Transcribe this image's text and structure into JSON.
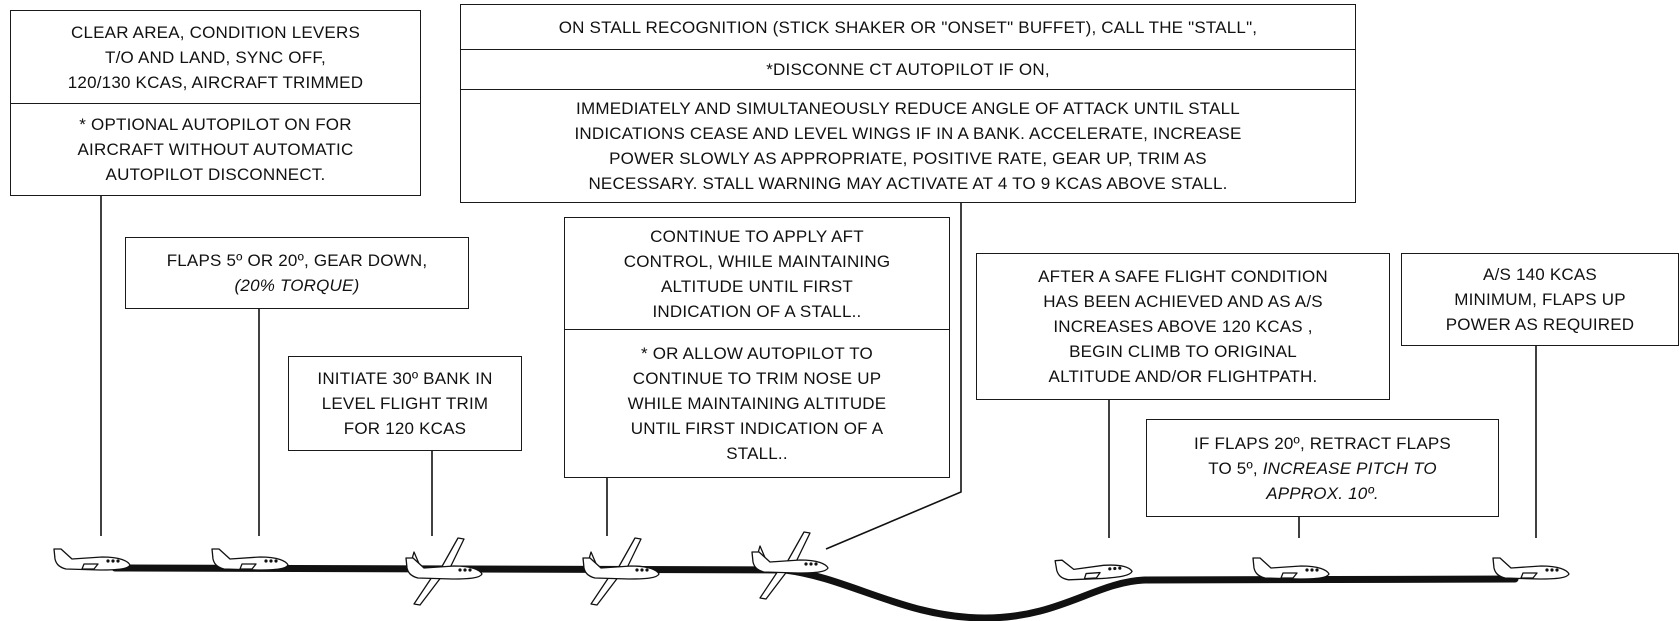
{
  "callouts": {
    "start": {
      "part1": "CLEAR AREA, CONDITION  LEVERS\nT/O AND LAND, SYNC OFF,\n120/130 KCAS, AIRCRAFT TRIMMED",
      "part2": "* OPTIONAL  AUTOPILOT  ON FOR\nAIRCRAFT WITHOUT AUTOMATIC\nAUTOPILOT  DISCONNECT."
    },
    "flaps": {
      "line1": "FLAPS 5º OR 20º, GEAR DOWN,",
      "line2": "(20% TORQUE)"
    },
    "bank": {
      "text": "INITIATE  30º BANK IN\nLEVEL FLIGHT TRIM\nFOR 120 KCAS"
    },
    "aft_control": {
      "part1": "CONTINUE  TO APPLY AFT\nCONTROL, WHILE MAINTAINING\nALTITUDE  UNTIL FIRST\nINDICATION  OF A STALL..",
      "part2": "* OR ALLOW AUTOPILOT TO\nCONTINUE  TO TRIM NOSE UP\nWHILE MAINTAINING  ALTITUDE\nUNTIL FIRST INDICATION  OF A\nSTALL.."
    },
    "recognition": {
      "part1": "ON STALL RECOGNITION  (STICK SHAKER OR \"ONSET\" BUFFET),  CALL THE \"STALL\",",
      "part2": "*DISCONNE CT  AUTOPILOT  IF ON,",
      "part3": "IMMEDIATELY   AND SIMULTANEOUSLY  REDUCE  ANGLE OF ATTACK UNTIL  STALL\nINDICATIONS  CEASE AND LEVEL WINGS IF IN A BANK. ACCELERATE,  INCREASE\nPOWER SLOWLY AS APPROPRIATE,  POSITIVE  RATE, GEAR UP,  TRIM AS\nNECESSARY.  STALL WARNING MAY ACTIVATE  AT 4 TO 9 KCAS ABOVE STALL."
    },
    "safe_flight": {
      "text": "AFTER  A SAFE FLIGHT  CONDITION\nHAS BEEN  ACHIEVED  AND AS A/S\nINCREASES  ABOVE 120 KCAS ,\nBEGIN  CLIMB  TO ORIGINAL\nALTITUDE  AND/OR FLIGHTPATH."
    },
    "retract": {
      "line1": "IF FLAPS 20º, RETRACT  FLAPS",
      "line2a": "TO 5º, ",
      "line2b": "INCREASE PITCH TO",
      "line3": "APPROX. 10º."
    },
    "final": {
      "text": "A/S 140 KCAS\nMINIMUM,  FLAPS UP\nPOWER  AS REQUIRED"
    }
  },
  "colors": {
    "line": "#111111",
    "box_border": "#1a1a1a",
    "aircraft": "#ffffff"
  },
  "aircraft": [
    {
      "name": "aircraft-level-icon",
      "attitude": "level"
    },
    {
      "name": "aircraft-level-icon",
      "attitude": "level"
    },
    {
      "name": "aircraft-banked-icon",
      "attitude": "banked"
    },
    {
      "name": "aircraft-banked-icon",
      "attitude": "banked"
    },
    {
      "name": "aircraft-banked-icon",
      "attitude": "banked"
    },
    {
      "name": "aircraft-climb-icon",
      "attitude": "climb"
    },
    {
      "name": "aircraft-level-icon",
      "attitude": "level"
    },
    {
      "name": "aircraft-level-icon",
      "attitude": "level"
    }
  ]
}
